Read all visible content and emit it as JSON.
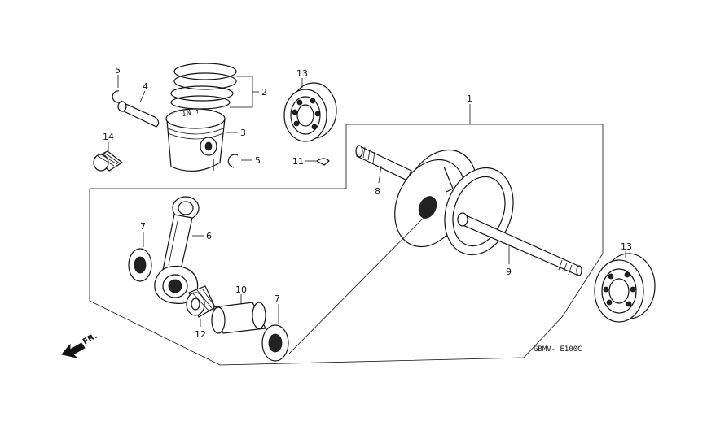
{
  "callouts": {
    "c1": "1",
    "c2": "2",
    "c3": "3",
    "c4": "4",
    "c5a": "5",
    "c5b": "5",
    "c6": "6",
    "c7a": "7",
    "c7b": "7",
    "c8": "8",
    "c9": "9",
    "c10": "10",
    "c11": "11",
    "c12": "12",
    "c13a": "13",
    "c13b": "13",
    "c14": "14"
  },
  "direction_label": "FR.",
  "diagram_code": "GBMV- E100C"
}
